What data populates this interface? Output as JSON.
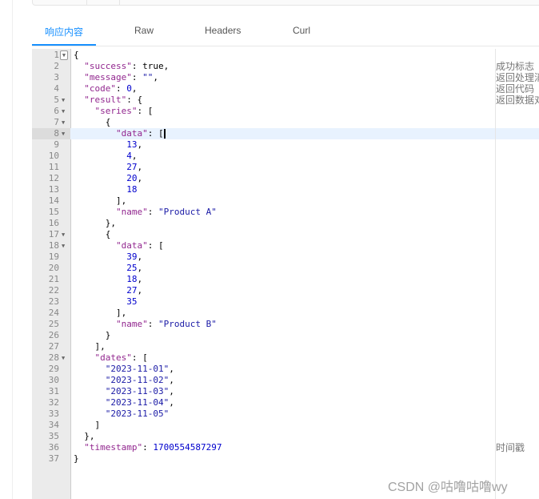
{
  "tabs": [
    "响应内容",
    "Raw",
    "Headers",
    "Curl"
  ],
  "active_tab": 0,
  "lines": [
    {
      "t": [
        [
          "b",
          "{"
        ]
      ],
      "fold": "box"
    },
    {
      "t": [
        [
          "b",
          "  "
        ],
        [
          "k",
          "\"success\""
        ],
        [
          "b",
          ": true,"
        ]
      ]
    },
    {
      "t": [
        [
          "b",
          "  "
        ],
        [
          "k",
          "\"message\""
        ],
        [
          "b",
          ": "
        ],
        [
          "s",
          "\"\""
        ],
        [
          "b",
          ","
        ]
      ]
    },
    {
      "t": [
        [
          "b",
          "  "
        ],
        [
          "k",
          "\"code\""
        ],
        [
          "b",
          ": "
        ],
        [
          "n",
          "0"
        ],
        [
          "b",
          ","
        ]
      ]
    },
    {
      "t": [
        [
          "b",
          "  "
        ],
        [
          "k",
          "\"result\""
        ],
        [
          "b",
          ": {"
        ]
      ],
      "fold": "arrow"
    },
    {
      "t": [
        [
          "b",
          "    "
        ],
        [
          "k",
          "\"series\""
        ],
        [
          "b",
          ": ["
        ]
      ],
      "fold": "arrow"
    },
    {
      "t": [
        [
          "b",
          "      {"
        ]
      ],
      "fold": "arrow"
    },
    {
      "t": [
        [
          "b",
          "        "
        ],
        [
          "k",
          "\"data\""
        ],
        [
          "b",
          ": ["
        ]
      ],
      "fold": "arrow",
      "cursor": true
    },
    {
      "t": [
        [
          "n",
          "          13"
        ],
        [
          "b",
          ","
        ]
      ]
    },
    {
      "t": [
        [
          "n",
          "          4"
        ],
        [
          "b",
          ","
        ]
      ]
    },
    {
      "t": [
        [
          "n",
          "          27"
        ],
        [
          "b",
          ","
        ]
      ]
    },
    {
      "t": [
        [
          "n",
          "          20"
        ],
        [
          "b",
          ","
        ]
      ]
    },
    {
      "t": [
        [
          "n",
          "          18"
        ]
      ]
    },
    {
      "t": [
        [
          "b",
          "        ],"
        ]
      ]
    },
    {
      "t": [
        [
          "b",
          "        "
        ],
        [
          "k",
          "\"name\""
        ],
        [
          "b",
          ": "
        ],
        [
          "s",
          "\"Product A\""
        ]
      ]
    },
    {
      "t": [
        [
          "b",
          "      },"
        ]
      ]
    },
    {
      "t": [
        [
          "b",
          "      {"
        ]
      ],
      "fold": "arrow"
    },
    {
      "t": [
        [
          "b",
          "        "
        ],
        [
          "k",
          "\"data\""
        ],
        [
          "b",
          ": ["
        ]
      ],
      "fold": "arrow"
    },
    {
      "t": [
        [
          "n",
          "          39"
        ],
        [
          "b",
          ","
        ]
      ]
    },
    {
      "t": [
        [
          "n",
          "          25"
        ],
        [
          "b",
          ","
        ]
      ]
    },
    {
      "t": [
        [
          "n",
          "          18"
        ],
        [
          "b",
          ","
        ]
      ]
    },
    {
      "t": [
        [
          "n",
          "          27"
        ],
        [
          "b",
          ","
        ]
      ]
    },
    {
      "t": [
        [
          "n",
          "          35"
        ]
      ]
    },
    {
      "t": [
        [
          "b",
          "        ],"
        ]
      ]
    },
    {
      "t": [
        [
          "b",
          "        "
        ],
        [
          "k",
          "\"name\""
        ],
        [
          "b",
          ": "
        ],
        [
          "s",
          "\"Product B\""
        ]
      ]
    },
    {
      "t": [
        [
          "b",
          "      }"
        ]
      ]
    },
    {
      "t": [
        [
          "b",
          "    ],"
        ]
      ]
    },
    {
      "t": [
        [
          "b",
          "    "
        ],
        [
          "k",
          "\"dates\""
        ],
        [
          "b",
          ": ["
        ]
      ],
      "fold": "arrow"
    },
    {
      "t": [
        [
          "s",
          "      \"2023-11-01\""
        ],
        [
          "b",
          ","
        ]
      ]
    },
    {
      "t": [
        [
          "s",
          "      \"2023-11-02\""
        ],
        [
          "b",
          ","
        ]
      ]
    },
    {
      "t": [
        [
          "s",
          "      \"2023-11-03\""
        ],
        [
          "b",
          ","
        ]
      ]
    },
    {
      "t": [
        [
          "s",
          "      \"2023-11-04\""
        ],
        [
          "b",
          ","
        ]
      ]
    },
    {
      "t": [
        [
          "s",
          "      \"2023-11-05\""
        ]
      ]
    },
    {
      "t": [
        [
          "b",
          "    ]"
        ]
      ]
    },
    {
      "t": [
        [
          "b",
          "  },"
        ]
      ]
    },
    {
      "t": [
        [
          "b",
          "  "
        ],
        [
          "k",
          "\"timestamp\""
        ],
        [
          "b",
          ": "
        ],
        [
          "n",
          "1700554587297"
        ]
      ]
    },
    {
      "t": [
        [
          "b",
          "}"
        ]
      ]
    }
  ],
  "highlight_line": 8,
  "comments": [
    {
      "line": 2,
      "text": "成功标志"
    },
    {
      "line": 3,
      "text": "返回处理消息"
    },
    {
      "line": 4,
      "text": "返回代码"
    },
    {
      "line": 5,
      "text": "返回数据对象"
    },
    {
      "line": 36,
      "text": "时间戳"
    }
  ],
  "watermark": "CSDN @咕噜咕噜wy"
}
